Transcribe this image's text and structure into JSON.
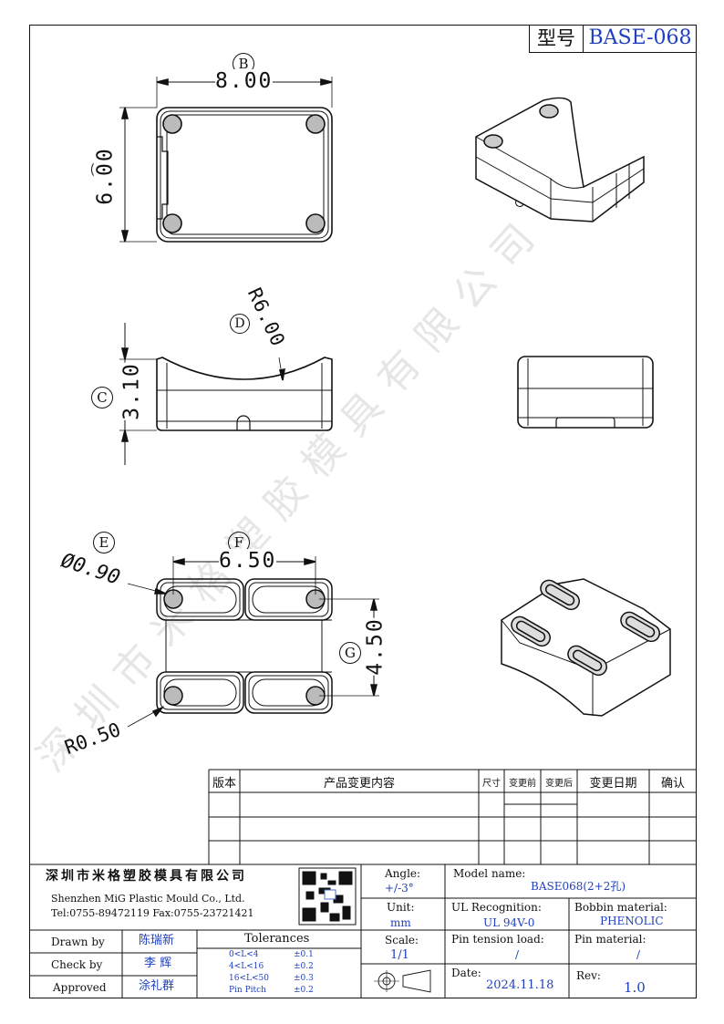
{
  "model_box": {
    "label": "型号",
    "value": "BASE-068"
  },
  "dims": {
    "B": {
      "letter": "B",
      "value": "8.00"
    },
    "A": {
      "letter": "A",
      "value": "6.00"
    },
    "D": {
      "letter": "D",
      "value": "R6.00"
    },
    "C": {
      "letter": "C",
      "value": "3.10"
    },
    "E": {
      "letter": "E",
      "value": "Ø0.90"
    },
    "F": {
      "letter": "F",
      "value": "6.50"
    },
    "G": {
      "letter": "G",
      "value": "4.50"
    },
    "R": {
      "value": "R0.50"
    }
  },
  "watermark": "深圳市米格塑胶模具有限公司",
  "revision_table": {
    "headers": [
      "版本",
      "产品变更内容",
      "尺寸",
      "变更前",
      "变更后",
      "变更日期",
      "确认"
    ]
  },
  "company": {
    "name_cn": "深圳市米格塑胶模具有限公司",
    "name_en": "Shenzhen MiG Plastic Mould Co., Ltd.",
    "contact": "Tel:0755-89472119   Fax:0755-23721421"
  },
  "title_block": {
    "angle_label": "Angle:",
    "angle_value": "+/-3°",
    "unit_label": "Unit:",
    "unit_value": "mm",
    "scale_label": "Scale:",
    "scale_value": "1/1",
    "model_label": "Model name:",
    "model_value": "BASE068(2+2孔)",
    "ul_label": "UL Recognition:",
    "ul_value": "UL 94V-0",
    "bobbin_label": "Bobbin material:",
    "bobbin_value": "PHENOLIC",
    "pin_tension_label": "Pin tension load:",
    "pin_tension_value": "/",
    "pin_material_label": "Pin material:",
    "pin_material_value": "/",
    "date_label": "Date:",
    "date_value": "2024.11.18",
    "rev_label": "Rev:",
    "rev_value": "1.0",
    "drawn_label": "Drawn by",
    "drawn_value": "陈瑞新",
    "check_label": "Check by",
    "check_value": "李 辉",
    "approved_label": "Approved",
    "approved_value": "涂礼群",
    "tol_title": "Tolerances",
    "tolerances": [
      {
        "range": "0<L<4",
        "value": "±0.1"
      },
      {
        "range": "4<L<16",
        "value": "±0.2"
      },
      {
        "range": "16<L<50",
        "value": "±0.3"
      },
      {
        "range": "Pin Pitch",
        "value": "±0.2"
      }
    ]
  }
}
